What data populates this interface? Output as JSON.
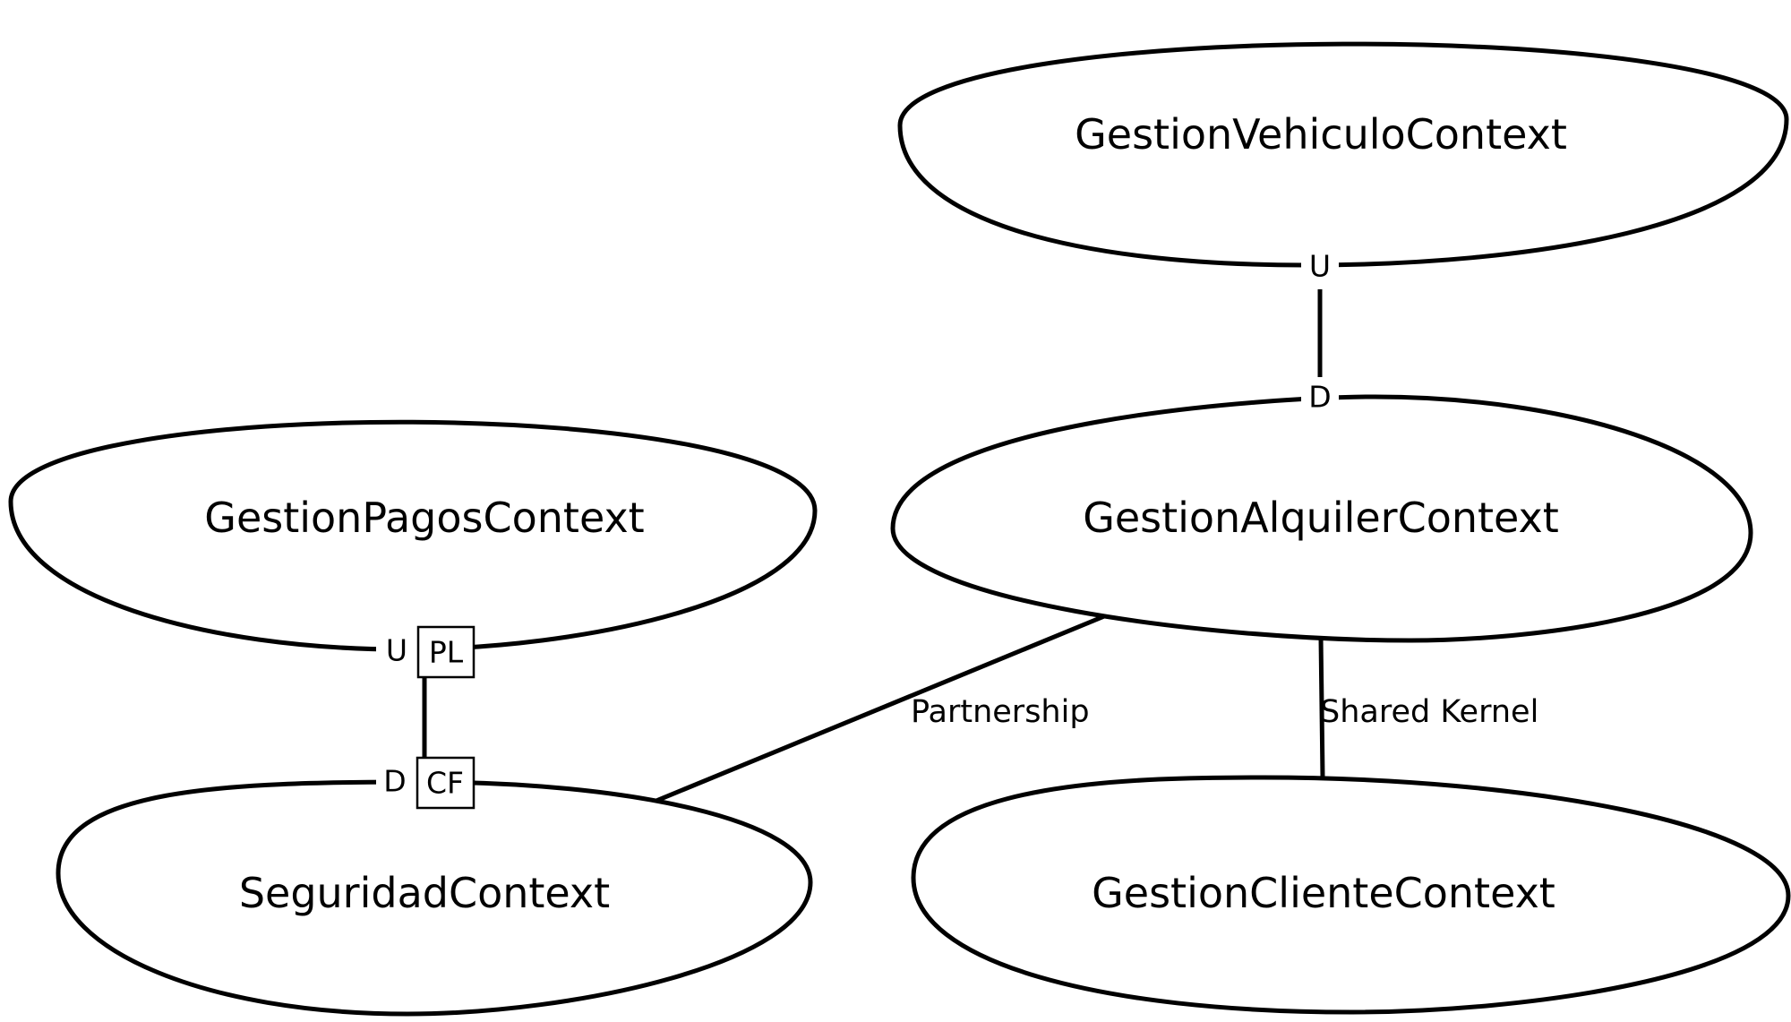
{
  "contexts": {
    "vehiculo": "GestionVehiculoContext",
    "pagos": "GestionPagosContext",
    "alquiler": "GestionAlquilerContext",
    "seguridad": "SeguridadContext",
    "cliente": "GestionClienteContext"
  },
  "relationships": {
    "vehiculo_alquiler": {
      "upstream": "U",
      "downstream": "D"
    },
    "pagos_seguridad": {
      "upstream": "U",
      "upstream_pattern": "PL",
      "downstream": "D",
      "downstream_pattern": "CF"
    },
    "alquiler_seguridad": {
      "label": "Partnership"
    },
    "alquiler_cliente": {
      "label": "Shared Kernel"
    }
  }
}
